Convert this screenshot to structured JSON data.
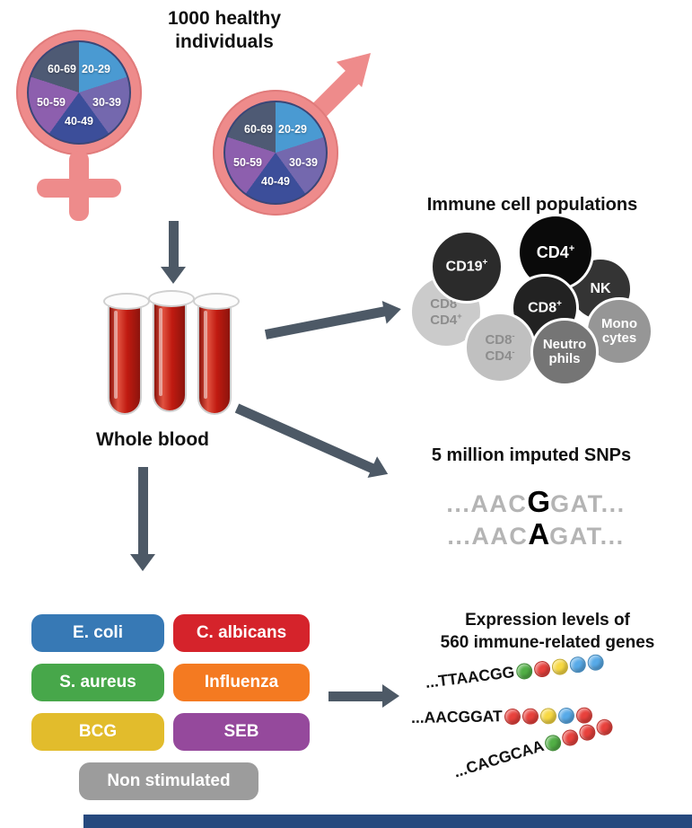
{
  "cohort": {
    "title_line1": "1000 healthy",
    "title_line2": "individuals",
    "age_groups": [
      "20-29",
      "30-39",
      "40-49",
      "50-59",
      "60-69"
    ],
    "age_colors": [
      "#4a9ad2",
      "#7468ae",
      "#3c4e9a",
      "#8d5fae",
      "#4e5a74"
    ],
    "symbol_color": "#ee8b8b"
  },
  "whole_blood": {
    "label": "Whole blood"
  },
  "immune_cells": {
    "title": "Immune cell populations",
    "cells": [
      {
        "line1": "CD19",
        "sup1": "+",
        "line2": "",
        "sup2": "",
        "color": "#2b2b2b"
      },
      {
        "line1": "CD4",
        "sup1": "+",
        "line2": "",
        "sup2": "",
        "color": "#0a0a0a"
      },
      {
        "line1": "NK",
        "sup1": "",
        "line2": "",
        "sup2": "",
        "color": "#343434"
      },
      {
        "line1": "CD8",
        "sup1": "+",
        "line2": "",
        "sup2": "",
        "color": "#222222"
      },
      {
        "line1": "CD8",
        "sup1": "+",
        "line2": "CD4",
        "sup2": "+",
        "color": "#cbcbcb"
      },
      {
        "line1": "Mono",
        "sup1": "",
        "line2": "cytes",
        "sup2": "",
        "color": "#969696"
      },
      {
        "line1": "CD8",
        "sup1": "-",
        "line2": "CD4",
        "sup2": "-",
        "color": "#c0c0c0"
      },
      {
        "line1": "Neutro",
        "sup1": "",
        "line2": "phils",
        "sup2": "",
        "color": "#757575"
      }
    ]
  },
  "snps": {
    "title": "5 million imputed SNPs",
    "sequences": [
      {
        "pre": "...AAC",
        "variant": "G",
        "post": "GAT..."
      },
      {
        "pre": "...AAC",
        "variant": "A",
        "post": "GAT..."
      }
    ]
  },
  "stimulations": {
    "items": [
      {
        "label": "E. coli",
        "color": "#3779b5"
      },
      {
        "label": "C. albicans",
        "color": "#d5232b"
      },
      {
        "label": "S. aureus",
        "color": "#47a74a"
      },
      {
        "label": "Influenza",
        "color": "#f47a21"
      },
      {
        "label": "BCG",
        "color": "#e2bc2c"
      },
      {
        "label": "SEB",
        "color": "#95499c"
      },
      {
        "label": "Non stimulated",
        "color": "#9c9c9c"
      }
    ]
  },
  "expression": {
    "title_line1": "Expression levels of",
    "title_line2": "560 immune-related genes",
    "sequences": [
      {
        "text": "...TTAACGG",
        "beads": [
          "#51af45",
          "#e8413c",
          "#f7d842",
          "#57aae8",
          "#57aae8"
        ]
      },
      {
        "text": "...AACGGAT",
        "beads": [
          "#e8413c",
          "#e8413c",
          "#f7d842",
          "#57aae8",
          "#e8413c"
        ]
      },
      {
        "text": "...CACGCAA",
        "beads": [
          "#51af45",
          "#e8413c",
          "#e8413c",
          "#e8413c"
        ]
      }
    ]
  }
}
